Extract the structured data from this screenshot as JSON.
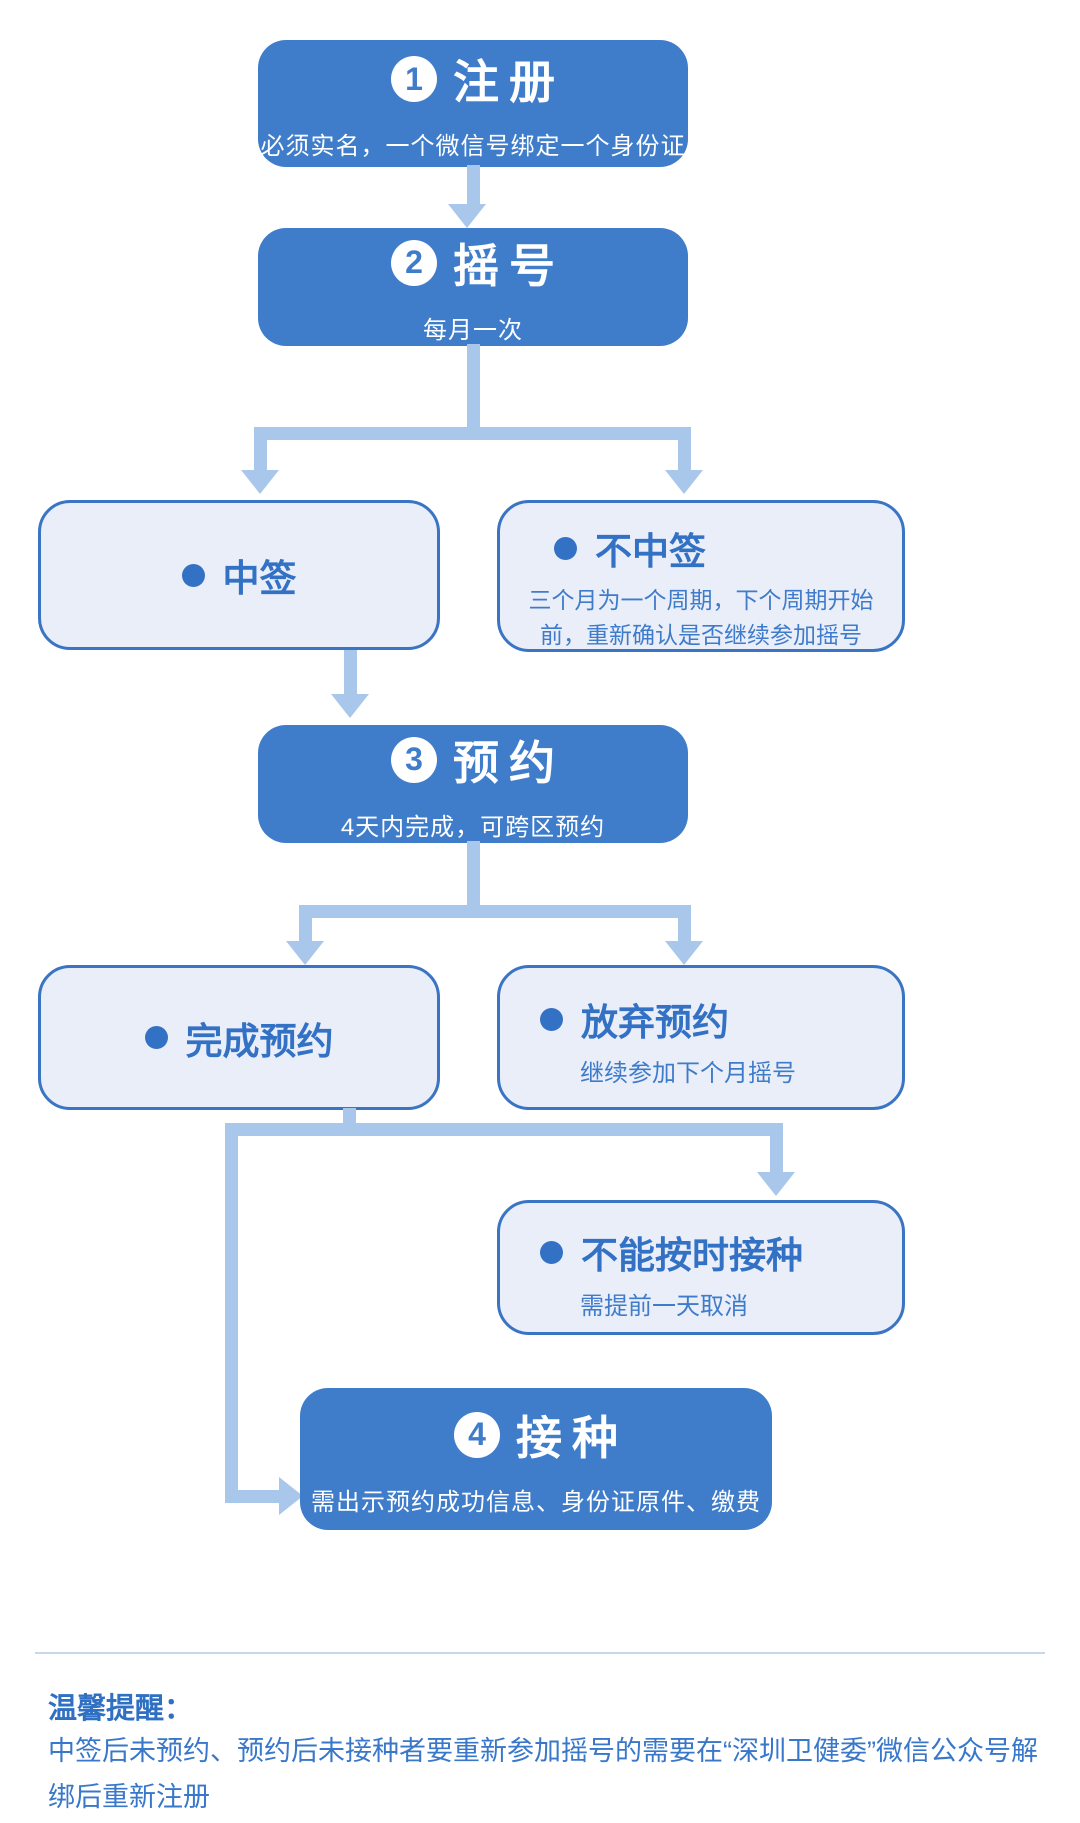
{
  "steps": [
    {
      "num": "1",
      "title": "注册",
      "subtitle": "必须实名，一个微信号绑定一个身份证"
    },
    {
      "num": "2",
      "title": "摇号",
      "subtitle": "每月一次"
    },
    {
      "num": "3",
      "title": "预约",
      "subtitle": "4天内完成，可跨区预约"
    },
    {
      "num": "4",
      "title": "接种",
      "subtitle": "需出示预约成功信息、身份证原件、缴费"
    }
  ],
  "branches": {
    "win": {
      "label": "中签"
    },
    "lose": {
      "label": "不中签",
      "desc": "三个月为一个周期，下个周期开始前，重新确认是否继续参加摇号"
    },
    "complete": {
      "label": "完成预约"
    },
    "giveup": {
      "label": "放弃预约",
      "desc": "继续参加下个月摇号"
    },
    "cannot": {
      "label": "不能按时接种",
      "desc": "需提前一天取消"
    }
  },
  "reminder": {
    "title": "温馨提醒：",
    "body": "中签后未预约、预约后未接种者要重新参加摇号的需要在“深圳卫健委”微信公众号解绑后重新注册"
  },
  "colors": {
    "primary_blue": "#3F7DCB",
    "arrow_light_blue": "#A9C7EB",
    "light_box_bg": "#EAEEF9",
    "light_box_border": "#3A74C4",
    "blue_text": "#3371C5",
    "divider": "#C9D7EB",
    "reminder_text": "#3877CA"
  }
}
